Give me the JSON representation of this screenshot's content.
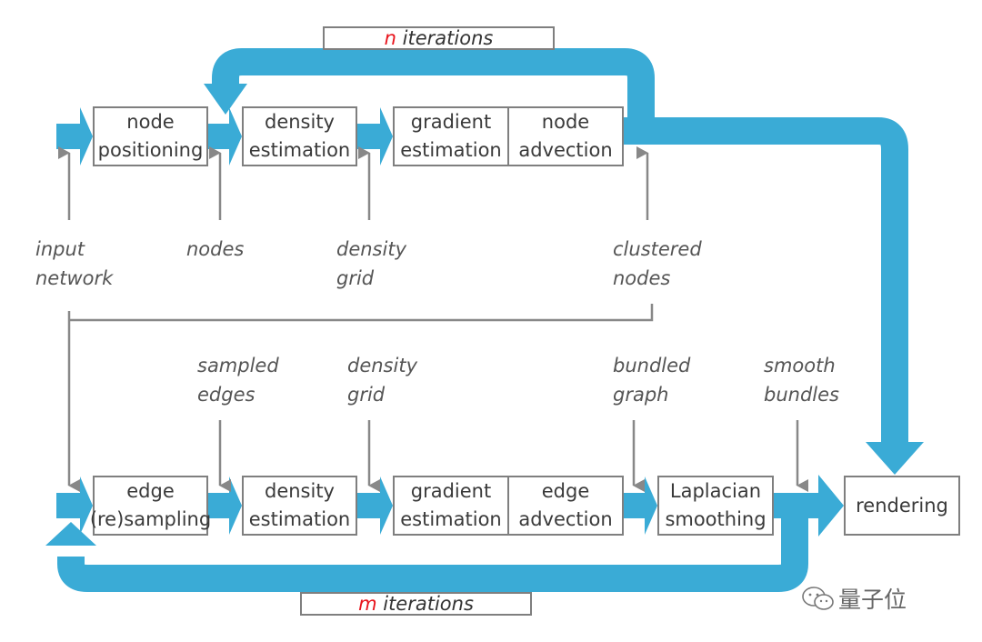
{
  "top_pipeline": {
    "boxes": {
      "node_positioning": "node\npositioning",
      "density_estimation": "density\nestimation",
      "gradient_estimation": "gradient\nestimation",
      "node_advection": "node\nadvection"
    },
    "inputs": {
      "input_network": "input\nnetwork",
      "nodes": "nodes",
      "density_grid": "density\ngrid",
      "clustered_nodes": "clustered\nnodes"
    },
    "loop": {
      "variable": "n",
      "label": " iterations"
    }
  },
  "bottom_pipeline": {
    "boxes": {
      "edge_resampling": "edge\n(re)sampling",
      "density_estimation": "density\nestimation",
      "gradient_estimation": "gradient\nestimation",
      "edge_advection": "edge\nadvection",
      "laplacian_smoothing": "Laplacian\nsmoothing",
      "rendering": "rendering"
    },
    "inputs": {
      "sampled_edges": "sampled\nedges",
      "density_grid": "density\ngrid",
      "bundled_graph": "bundled\ngraph",
      "smooth_bundles": "smooth\nbundles"
    },
    "loop": {
      "variable": "m",
      "label": " iterations"
    }
  },
  "watermark": "量子位",
  "colors": {
    "flow": "#3aabd6",
    "box_border": "#7f7f7f",
    "input_arrow": "#888888",
    "loop_variable": "#e8141c"
  }
}
